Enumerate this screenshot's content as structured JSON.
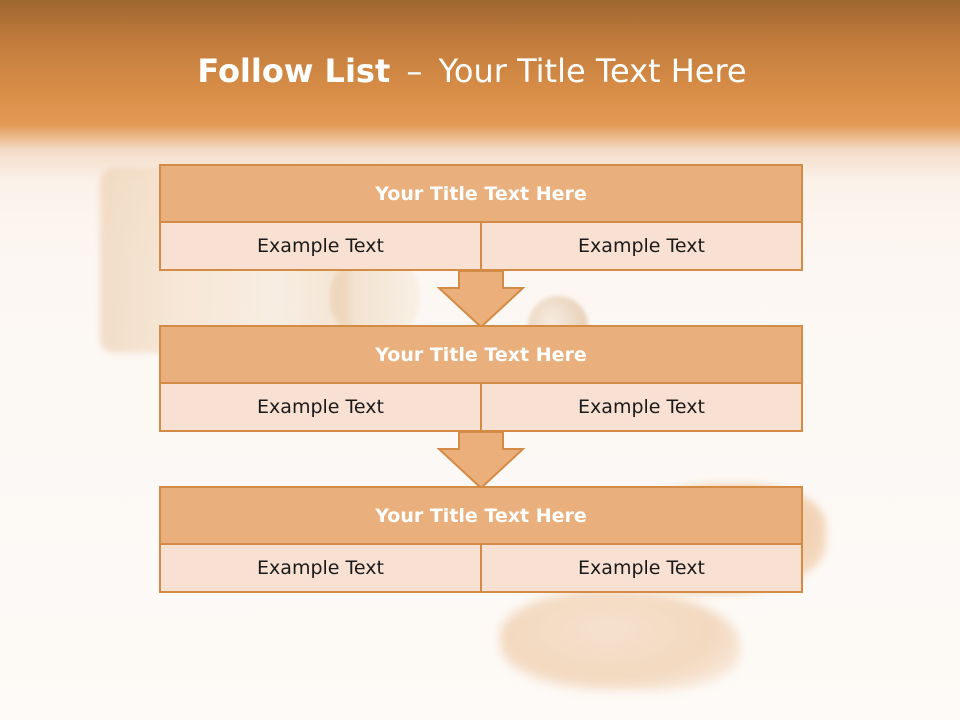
{
  "title": {
    "bold": "Follow List",
    "separator": "–",
    "rest": "Your Title Text Here"
  },
  "steps": [
    {
      "heading": "Your Title Text Here",
      "left": "Example Text",
      "right": "Example Text"
    },
    {
      "heading": "Your Title Text Here",
      "left": "Example Text",
      "right": "Example Text"
    },
    {
      "heading": "Your Title Text Here",
      "left": "Example Text",
      "right": "Example Text"
    }
  ],
  "colors": {
    "header_band": "#e49a56",
    "box_head": "#e9b07d",
    "box_body": "#f8e1d3",
    "border": "#d38b45",
    "arrow_fill": "#eaaf7b"
  }
}
